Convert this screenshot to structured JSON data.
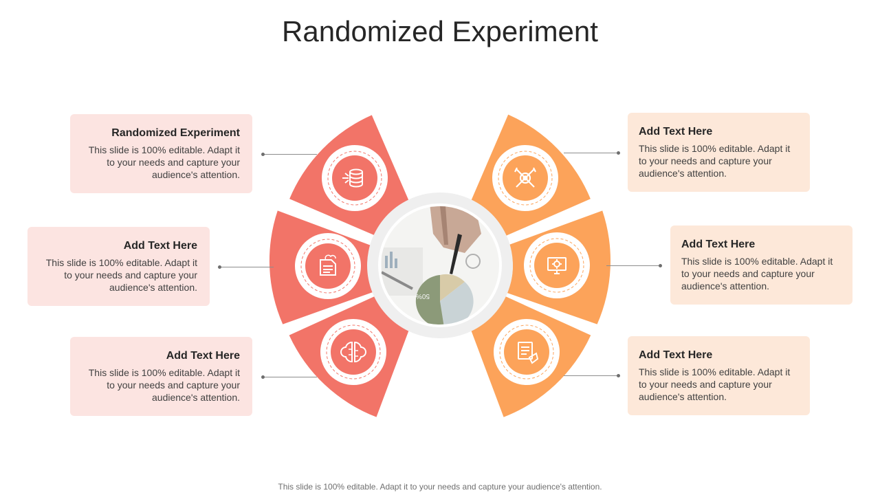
{
  "slide": {
    "title": "Randomized Experiment",
    "footer": "This slide is 100% editable. Adapt it to your needs and capture your audience's attention."
  },
  "colors": {
    "left_segments": "#f27468",
    "right_segments": "#fca35a",
    "left_card_bg": "#fce4e1",
    "right_card_bg": "#fde8d9",
    "center_ring": "#efefef"
  },
  "center_image": {
    "label": "50%"
  },
  "items": [
    {
      "side": "left",
      "title": "Randomized Experiment",
      "body": "This slide is 100% editable. Adapt it to your needs and capture your audience's attention.",
      "icon": "database-network-icon"
    },
    {
      "side": "left",
      "title": "Add Text Here",
      "body": "This slide is 100% editable. Adapt it to your needs and capture your audience's attention.",
      "icon": "document-cloud-icon"
    },
    {
      "side": "left",
      "title": "Add Text Here",
      "body": "This slide is 100% editable. Adapt it to your needs and capture your audience's attention.",
      "icon": "brain-circuit-icon"
    },
    {
      "side": "right",
      "title": "Add Text Here",
      "body": "This slide is 100% editable. Adapt it to your needs and capture your audience's attention.",
      "icon": "tools-gear-icon"
    },
    {
      "side": "right",
      "title": "Add Text Here",
      "body": "This slide is 100% editable. Adapt it to your needs and capture your audience's attention.",
      "icon": "monitor-settings-icon"
    },
    {
      "side": "right",
      "title": "Add Text Here",
      "body": "This slide is 100% editable. Adapt it to your needs and capture your audience's attention.",
      "icon": "checklist-hand-icon"
    }
  ]
}
